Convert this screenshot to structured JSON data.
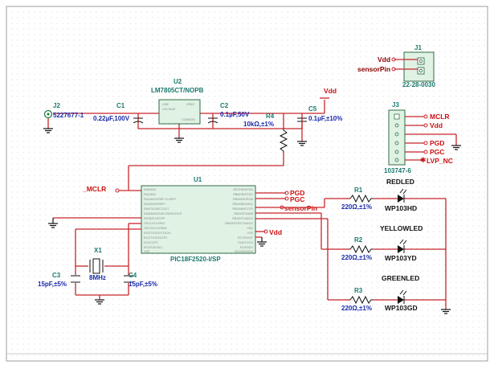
{
  "title": "",
  "connectors": {
    "j1": {
      "ref": "J1",
      "part": "22-28-0030",
      "pins": [
        "Vdd",
        "sensorPin"
      ]
    },
    "j2": {
      "ref": "J2",
      "part": "5227677-1"
    },
    "j3": {
      "ref": "J3",
      "part": "103747-6",
      "pins": [
        "MCLR",
        "Vdd",
        "PGD",
        "PGC",
        "LVP_NC"
      ]
    }
  },
  "regulator": {
    "ref": "U2",
    "part": "LM7805CT/NOPB",
    "pins": [
      "LINE",
      "VREG",
      "VOLTAGE",
      "COMMON"
    ]
  },
  "mcu": {
    "ref": "U1",
    "part": "PIC18F2520-I/SP",
    "left_pins": [
      "RA0/AN0",
      "RA1/AN1",
      "RA2/AN2/VREF-/CVREF",
      "RA3/AN3/VREF+",
      "RA4/T0CKI/C1OUT",
      "RA5/AN4/SS/HLVDIN/C2OUT",
      "RE3/MCLR/VPP",
      "OSC1/CLKI/RA7",
      "OSC2/CLKO/RA6",
      "RC0/T1OSO/T13CKI",
      "RC1/T1OSI/CCP2",
      "RC2/CCP1",
      "RC3/SCK/SCL",
      "VSS"
    ],
    "right_pins": [
      "RB7/KBI3/PGD",
      "RB6/KBI2/PGC",
      "RB5/KBI1/PGM",
      "RB4/KBI0/AN11",
      "RB3/AN9/CCP2",
      "RB2/INT2/AN8",
      "RB1/INT1/AN10",
      "RB0/INT0/FLT0/AN12",
      "VDD",
      "VSS",
      "RC7/RX/DT",
      "RC6/TX/CK",
      "RC5/SDO",
      "RC4/SDI/SDA"
    ]
  },
  "capacitors": {
    "c1": {
      "ref": "C1",
      "value": "0.22µF,100V"
    },
    "c2": {
      "ref": "C2",
      "value": "0.1µF,50V"
    },
    "c3": {
      "ref": "C3",
      "value": "15pF,±5%"
    },
    "c4": {
      "ref": "C4",
      "value": "15pF,±5%"
    },
    "c5": {
      "ref": "C5",
      "value": "0.1µF,±10%"
    }
  },
  "resistors": {
    "r1": {
      "ref": "R1",
      "value": "220Ω,±1%"
    },
    "r2": {
      "ref": "R2",
      "value": "220Ω,±1%"
    },
    "r3": {
      "ref": "R3",
      "value": "220Ω,±1%"
    },
    "r4": {
      "ref": "R4",
      "value": "10kΩ,±1%"
    }
  },
  "crystal": {
    "ref": "X1",
    "value": "8MHz"
  },
  "leds": {
    "red": {
      "name": "REDLED",
      "part": "WP103HD"
    },
    "yellow": {
      "name": "YELLOWLED",
      "part": "WP103YD"
    },
    "green": {
      "name": "GREENLED",
      "part": "WP103GD"
    }
  },
  "net_labels": {
    "vdd_top": "Vdd",
    "vdd_mcu": "Vdd",
    "mclr": "_MCLR",
    "pgd": "PGD",
    "pgc": "PGC",
    "sensor": "sensorPin"
  },
  "colors": {
    "wire": "#c8262b",
    "net_label": "#cc1111",
    "ref_label": "#1a7a6e",
    "value_label": "#1a2aa8",
    "grid_dot": "#c9c9c9",
    "component_fill": "#dff2e3"
  }
}
